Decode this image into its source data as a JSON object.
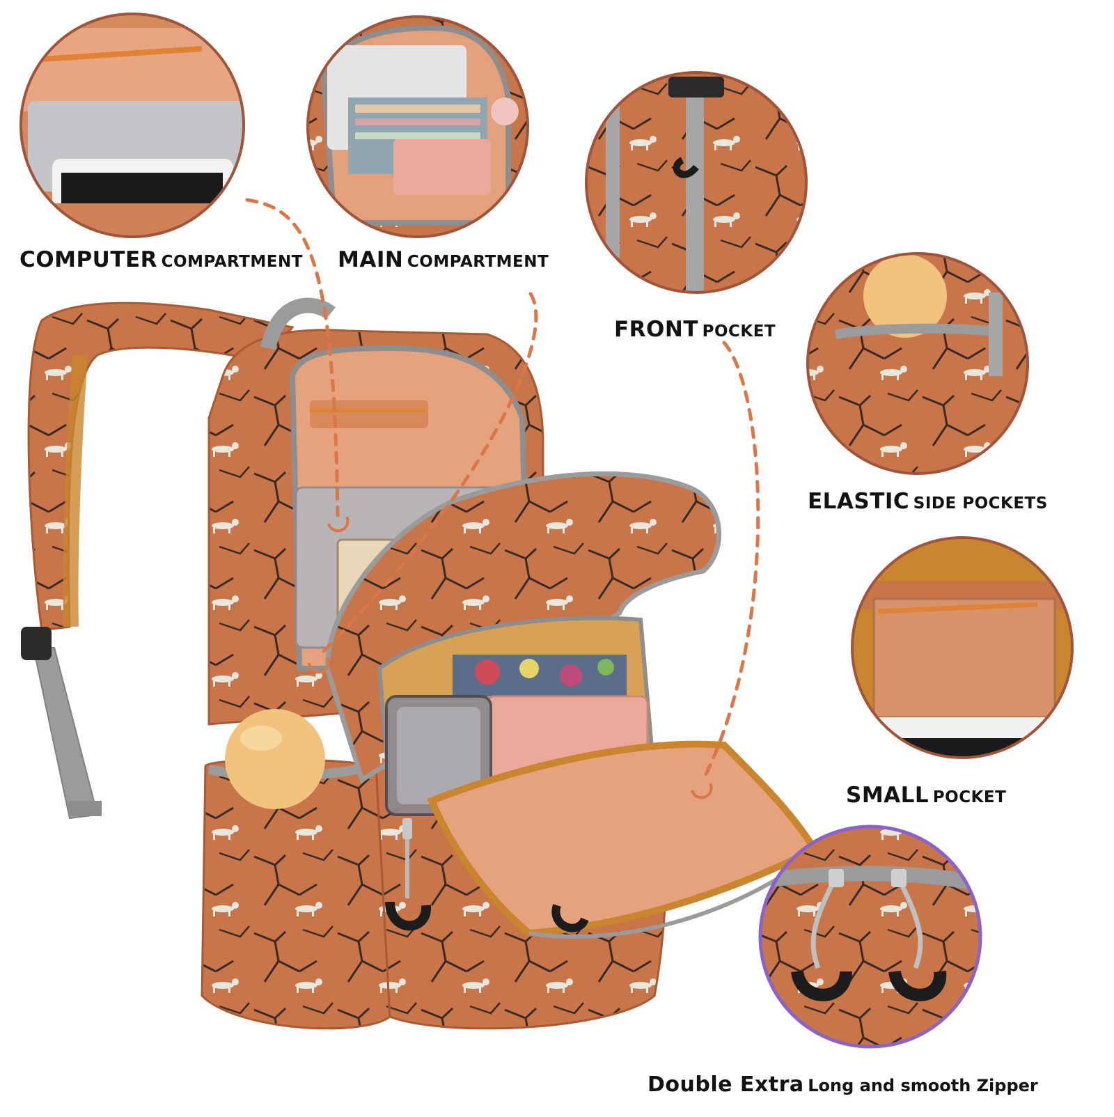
{
  "labels": {
    "computer": {
      "strong": "COMPUTER",
      "rest": "COMPARTMENT"
    },
    "main": {
      "strong": "MAIN",
      "rest": "COMPARTMENT"
    },
    "front": {
      "strong": "FRONT",
      "rest": "POCKET"
    },
    "elastic": {
      "strong": "ELASTIC",
      "rest": "SIDE POCKETS"
    },
    "small": {
      "strong": "SMALL",
      "rest": "POCKET"
    },
    "zipper": {
      "strong": "Double Extra",
      "rest": "Long and smooth Zipper"
    }
  },
  "colors": {
    "fabric": "#c8754a",
    "fabric_dark": "#a85a33",
    "lining": "#e6a27c",
    "mesh": "#c9862e",
    "strap_gray": "#9b9b9b",
    "circle_border": "#a0543a",
    "zipper_circle_border": "#8a63c9",
    "dash_line": "#d97748",
    "text": "#121212"
  }
}
